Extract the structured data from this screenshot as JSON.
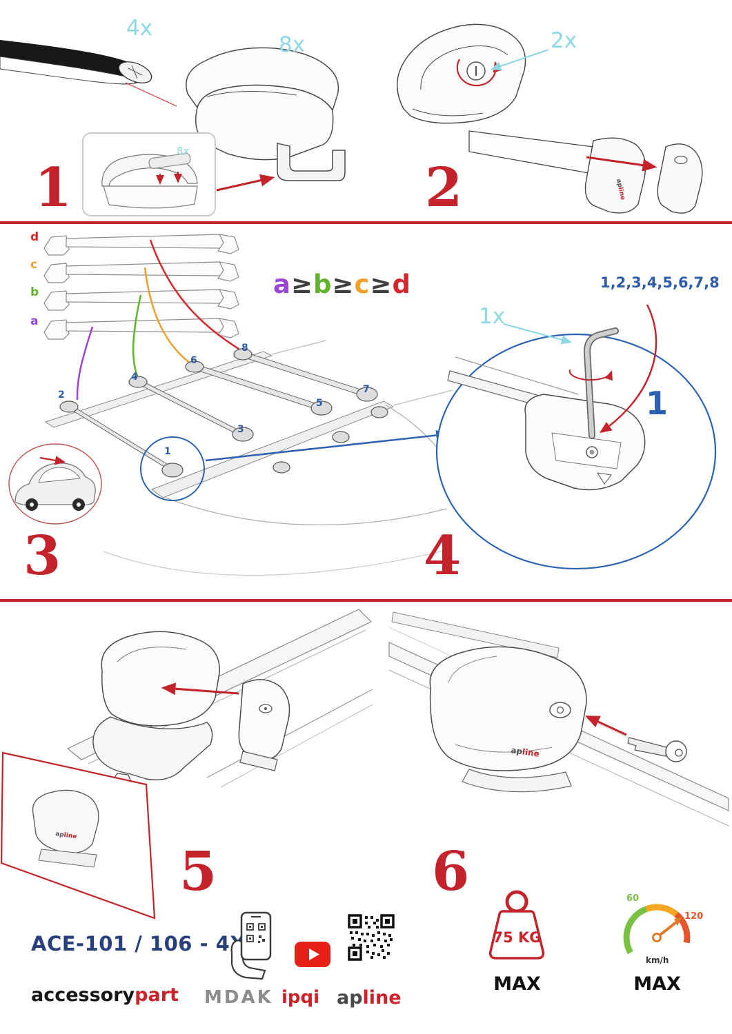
{
  "steps": {
    "one": {
      "number": "1",
      "bar_qty": "4x",
      "foot_qty": "8x",
      "pad_qty": "8x"
    },
    "two": {
      "number": "2",
      "lock_qty": "2x"
    },
    "three": {
      "number": "3",
      "bar_labels": {
        "d": "d",
        "c": "c",
        "b": "b",
        "a": "a"
      },
      "formula": [
        "a",
        "≥",
        "b",
        "≥",
        "c",
        "≥",
        "d"
      ],
      "positions": [
        "1",
        "2",
        "3",
        "4",
        "5",
        "6",
        "7",
        "8"
      ]
    },
    "four": {
      "number": "4",
      "sequence": "1,2,3,4,5,6,7,8",
      "tool_qty": "1x",
      "callout": "1"
    },
    "five": {
      "number": "5"
    },
    "six": {
      "number": "6"
    }
  },
  "branding": {
    "model": "ACE-101 / 106 - 4X",
    "brand_black": "accessory",
    "brand_red": "part",
    "mdak": "MDAK",
    "ipqi": "ipqi",
    "apline_gray": "ap",
    "apline_red": "line"
  },
  "limits": {
    "weight_value": "75 KG",
    "weight_max": "MAX",
    "speed_low": "60",
    "speed_high": "120",
    "speed_unit": "km/h",
    "speed_max": "MAX"
  },
  "colors": {
    "red": "#c4232b",
    "cyan": "#8ed8e6",
    "blue": "#2e5ca8",
    "purple": "#9b45d6",
    "green": "#61b22c",
    "orange": "#f0a028",
    "navy": "#28407c"
  }
}
